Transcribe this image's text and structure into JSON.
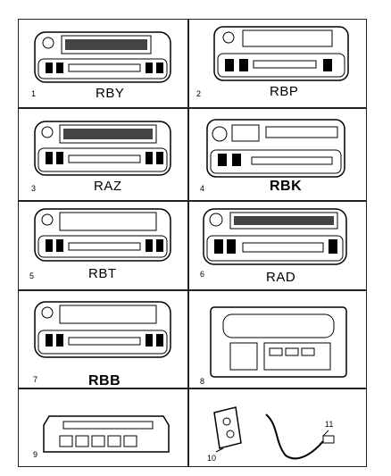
{
  "cells": [
    {
      "index": "1",
      "code": "RBY"
    },
    {
      "index": "2",
      "code": "RBP"
    },
    {
      "index": "3",
      "code": "RAZ"
    },
    {
      "index": "4",
      "code": "RBK"
    },
    {
      "index": "5",
      "code": "RBT"
    },
    {
      "index": "6",
      "code": "RAD"
    },
    {
      "index": "7",
      "code": "RBB"
    },
    {
      "index": "8",
      "code": ""
    },
    {
      "index": "9",
      "code": ""
    },
    {
      "index": "10",
      "code": ""
    }
  ],
  "callouts": {
    "connector": "10",
    "harness": "11"
  }
}
